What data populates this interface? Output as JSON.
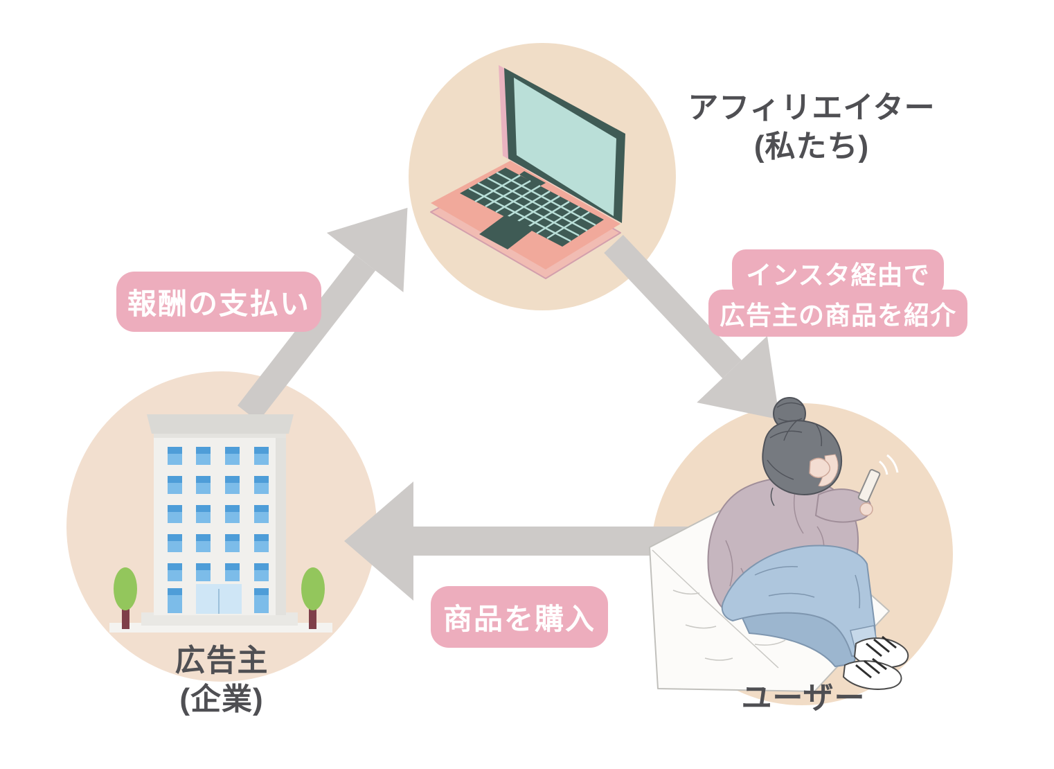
{
  "diagram": {
    "nodes": {
      "affiliater": {
        "name": "アフィリエイター",
        "subname": "(私たち)",
        "icon": "laptop-icon"
      },
      "advertiser": {
        "name": "広告主",
        "subname": "(企業)",
        "icon": "building-icon"
      },
      "user": {
        "name": "ユーザー",
        "icon": "girl-with-smartphone-icon"
      }
    },
    "edges": {
      "payment": {
        "from": "advertiser",
        "to": "affiliater",
        "label": "報酬の支払い"
      },
      "promotion": {
        "from": "affiliater",
        "to": "user",
        "label_line1": "インスタ経由で",
        "label_line2": "広告主の商品を紹介"
      },
      "purchase": {
        "from": "user",
        "to": "advertiser",
        "label": "商品を購入"
      }
    },
    "colors": {
      "circle_beige_top": "#f0ddc7",
      "circle_beige_left": "#f2dfcf",
      "circle_beige_right": "#f1dcc6",
      "arrow_gray": "#cdcac8",
      "badge_pink": "#edadbd",
      "badge_text": "#ffffff",
      "label_text": "#4f4f53"
    }
  }
}
